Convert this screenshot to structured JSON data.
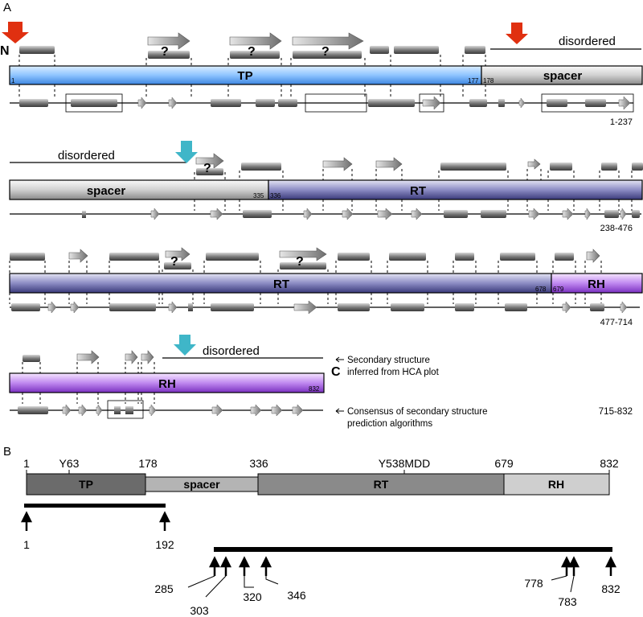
{
  "panel_a": {
    "label": "A",
    "n_label": "N",
    "c_label": "C",
    "disordered_label": "disordered",
    "question_mark": "?",
    "row1": {
      "tp": "TP",
      "spacer": "spacer",
      "start": "1",
      "end_tp": "177",
      "start_spacer": "178",
      "range": "1-237"
    },
    "row2": {
      "spacer": "spacer",
      "rt": "RT",
      "end_spacer": "335",
      "start_rt": "336",
      "range": "238-476"
    },
    "row3": {
      "rt": "RT",
      "rh": "RH",
      "end_rt": "678",
      "start_rh": "679",
      "range": "477-714"
    },
    "row4": {
      "rh": "RH",
      "end_rh": "832",
      "range": "715-832"
    },
    "legend": {
      "hca_line1": "Secondary structure",
      "hca_line2": "inferred from HCA plot",
      "consensus_line1": "Consensus of secondary structure",
      "consensus_line2": "prediction algorithms"
    },
    "colors": {
      "red_arrow": "#e03010",
      "cyan_arrow": "#3fb6c8",
      "tp": "#5aa6f0",
      "spacer": "#bdbdbd",
      "rt": "#5a5a9c",
      "rh": "#a968e0"
    }
  },
  "panel_b": {
    "label": "B",
    "positions": [
      "1",
      "178",
      "336",
      "679",
      "832"
    ],
    "motifs": [
      "Y63",
      "Y538MDD"
    ],
    "domains": [
      "TP",
      "spacer",
      "RT",
      "RH"
    ],
    "fragment1": {
      "start": "1",
      "end": "192"
    },
    "fragment2_labels": [
      "285",
      "303",
      "320",
      "346",
      "778",
      "783",
      "832"
    ],
    "colors": {
      "tp": "#6b6b6b",
      "spacer": "#b4b4b4",
      "rt": "#8a8a8a",
      "rh": "#cfcfcf"
    }
  }
}
